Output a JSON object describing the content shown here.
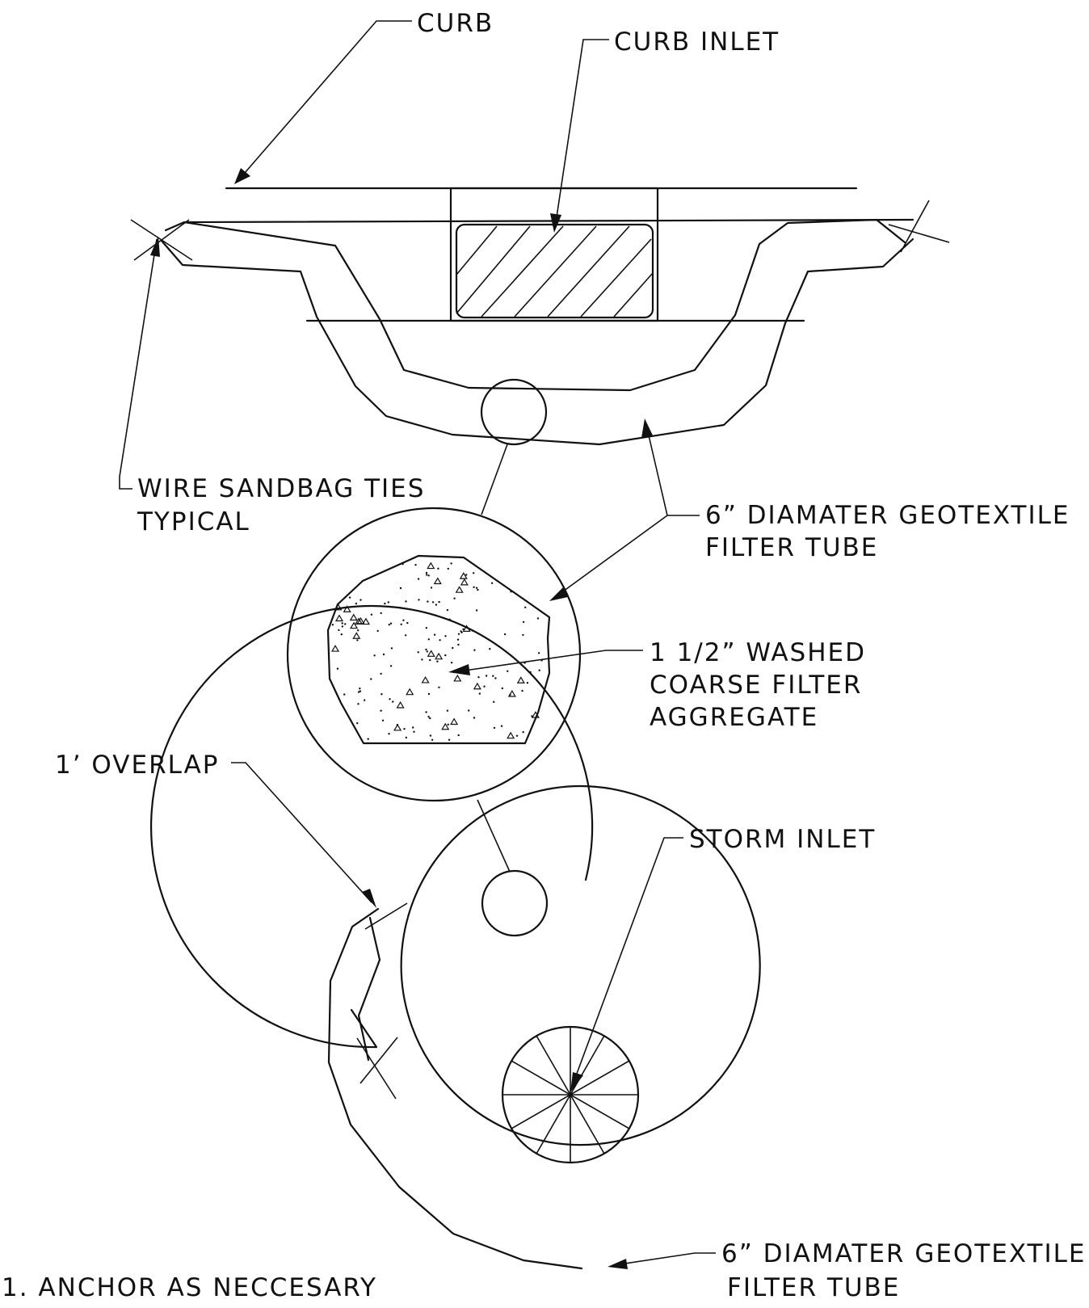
{
  "labels": {
    "curb": "CURB",
    "curb_inlet": "CURB INLET",
    "wire_ties_line1": "WIRE SANDBAG TIES",
    "wire_ties_line2": "TYPICAL",
    "tube_top_line1": "6” DIAMATER GEOTEXTILE",
    "tube_top_line2": "FILTER TUBE",
    "aggregate_line1": "1 1/2” WASHED",
    "aggregate_line2": "COARSE FILTER",
    "aggregate_line3": "AGGREGATE",
    "overlap": "1’ OVERLAP",
    "storm_inlet": "STORM INLET",
    "tube_bottom_line1": "6” DIAMATER GEOTEXTILE",
    "tube_bottom_line2": "FILTER TUBE",
    "note": "1. ANCHOR AS NECCESARY"
  }
}
